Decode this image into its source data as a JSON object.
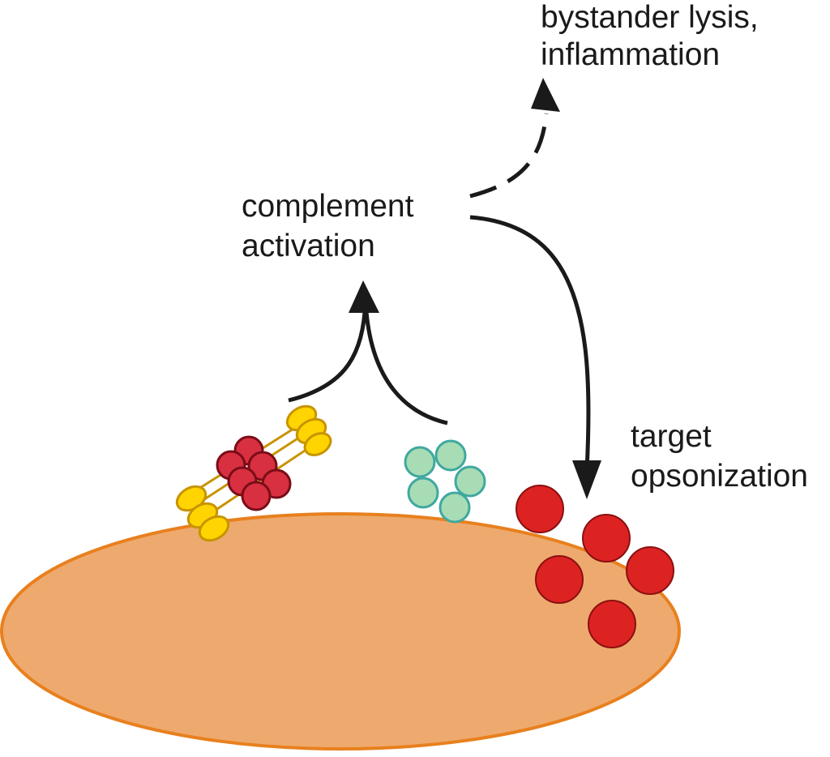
{
  "labels": {
    "bystander_line1": "bystander lysis,",
    "bystander_line2": "inflammation",
    "complement_line1": "complement",
    "complement_line2": "activation",
    "target_line1": "target",
    "target_line2": "opsonization"
  },
  "colors": {
    "cell_fill": "#eeaa6e",
    "cell_stroke": "#e8801e",
    "arrow": "#1a1a1a",
    "c3b_fill": "#dd2222",
    "ring_fill": "#a8dcb4",
    "ring_stroke": "#3fa8a0",
    "cluster_fill": "#d83040",
    "cluster_stroke": "#7a0c18",
    "yellow_fill": "#ffd400",
    "yellow_stroke": "#c79400"
  },
  "icons": {
    "cell": "cell-membrane-icon",
    "c1q": "c1q-complex-icon",
    "ring": "ring-complex-icon",
    "c3b": "c3b-fragment-icon"
  }
}
